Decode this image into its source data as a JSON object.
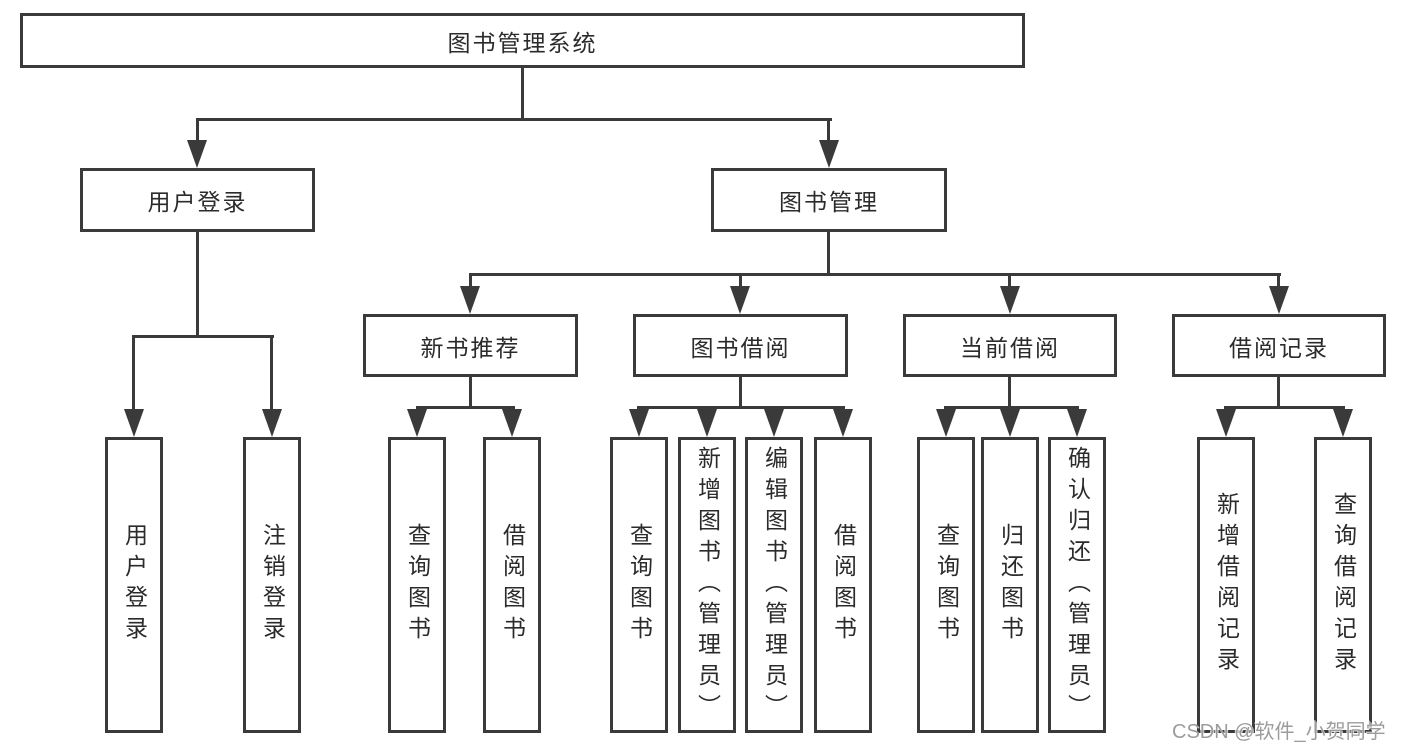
{
  "page": {
    "title": "图书管理系统"
  },
  "colors": {
    "line": "#3a3a3a",
    "text": "#2b2b2b",
    "background": "#ffffff",
    "watermark": "#9c9c9c"
  },
  "nodes": {
    "root": "图书管理系统",
    "user_login": "用户登录",
    "book_management": "图书管理",
    "new_book_recommend": "新书推荐",
    "book_borrow": "图书借阅",
    "current_borrow": "当前借阅",
    "borrow_record": "借阅记录",
    "leaves": {
      "user_login": [
        "用户登录",
        "注销登录"
      ],
      "new_book_recommend": [
        "查询图书",
        "借阅图书"
      ],
      "book_borrow": [
        "查询图书",
        "新增图书（管理员）",
        "编辑图书（管理员）",
        "借阅图书"
      ],
      "current_borrow": [
        "查询图书",
        "归还图书",
        "确认归还（管理员）"
      ],
      "borrow_record": [
        "新增借阅记录",
        "查询借阅记录"
      ]
    }
  },
  "watermark": "CSDN @软件_小贺同学"
}
